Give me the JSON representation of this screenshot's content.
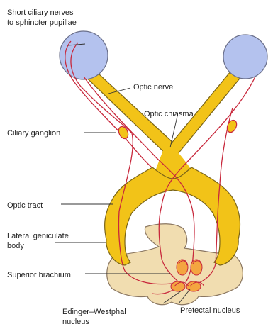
{
  "labels": {
    "short_ciliary_line1": "Short ciliary nerves",
    "short_ciliary_line2": "to sphincter pupillae",
    "optic_nerve": "Optic nerve",
    "optic_chiasma": "Optic chiasma",
    "ciliary_ganglion": "Ciliary ganglion",
    "optic_tract": "Optic tract",
    "lateral_geniculate_line1": "Lateral geniculate",
    "lateral_geniculate_line2": "body",
    "superior_brachium": "Superior brachium",
    "edinger_line1": "Edinger–Westphal",
    "edinger_line2": "nucleus",
    "pretectal_nucleus": "Pretectal nucleus"
  },
  "colors": {
    "eyeball": "#b4c2ee",
    "eyeball_outline": "#6a6f8a",
    "nerve": "#f2c318",
    "nerve_outline": "#7a6418",
    "brainstem": "#f1ddb0",
    "brainstem_outline": "#8a7660",
    "pathway": "#c8283c",
    "nucleus": "#f4a540",
    "leader": "#333333"
  }
}
